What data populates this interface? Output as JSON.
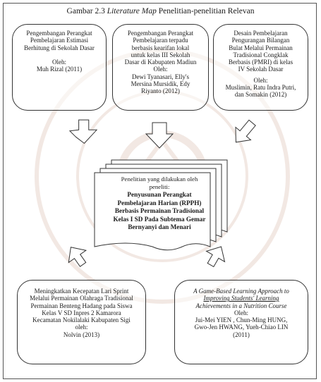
{
  "title": {
    "prefix": "Gambar 2.3 ",
    "italic": "Literature Map",
    "suffix": " Penelitian-penelitian Relevan"
  },
  "box1": {
    "lines": [
      "Pengembangan Perangkat",
      "Pembelajaran Estimasi",
      "Berhitung di Sekolah Dasar"
    ],
    "oleh": "Oleh:",
    "author": "Muh Rizal (2011)"
  },
  "box2": {
    "lines": [
      "Pengembangan Perangkat",
      "Pembelajaran terpadu",
      "berbasis kearifan lokal",
      "untuk kelas III Sekolah",
      "Dasar di Kabupaten Madiun"
    ],
    "oleh": "Oleh:",
    "authors": [
      "Dewi Tyanasari, Elly's",
      "Mersina Mursidik, Edy",
      "Riyanto (2012)"
    ]
  },
  "box3": {
    "lines": [
      "Desain Pembelajaran",
      "Pengurangan Bilangan",
      "Bulat Melalui Permainan",
      "Tradisional Congklak",
      "Berbasis (PMRI) di kelas",
      "IV Sekolah Dasar"
    ],
    "oleh": "Oleh:",
    "authors": [
      "Muslimin, Ratu Indra Putri,",
      "dan Somakin (2012)"
    ]
  },
  "center": {
    "intro": [
      "Penelitian yang dilakukan oleh",
      "peneliti:"
    ],
    "bold": [
      "Penyusunan Perangkat",
      "Pembelajaran Harian (RPPH)",
      "Berbasis Permainan Tradisional",
      "Kelas I SD Pada Subtema Gemar",
      "Bernyanyi dan Menari"
    ]
  },
  "box4": {
    "lines": [
      "Meningkatkan Kecepatan Lari Sprint",
      "Melalui Permainan Olahraga Tradisional",
      "Permainan Benteng Hadang pada Siswa",
      "Kelas V SD Inpres 2 Kamarora",
      "Kecamatan Nokilalaki Kabupaten Sigi"
    ],
    "oleh": "oleh:",
    "author": "Nolvin (2013)"
  },
  "box5": {
    "italic_lines": [
      "A Game-Based Learning Approach to",
      "Improving Students' Learning",
      "Achievements in a Nutrition Course"
    ],
    "oleh": "Oleh:",
    "authors": [
      "Jui-Mei YIEN , Chun-Ming HUNG,",
      "Gwo-Jen HWANG, Yueh-Chiao LIN",
      "(2011)"
    ]
  },
  "colors": {
    "stroke": "#333333",
    "watermark": "#a0522d",
    "fill": "#ffffff"
  },
  "icons": {
    "arrow": "hollow-arrow-icon",
    "watermark": "university-seal-watermark"
  }
}
